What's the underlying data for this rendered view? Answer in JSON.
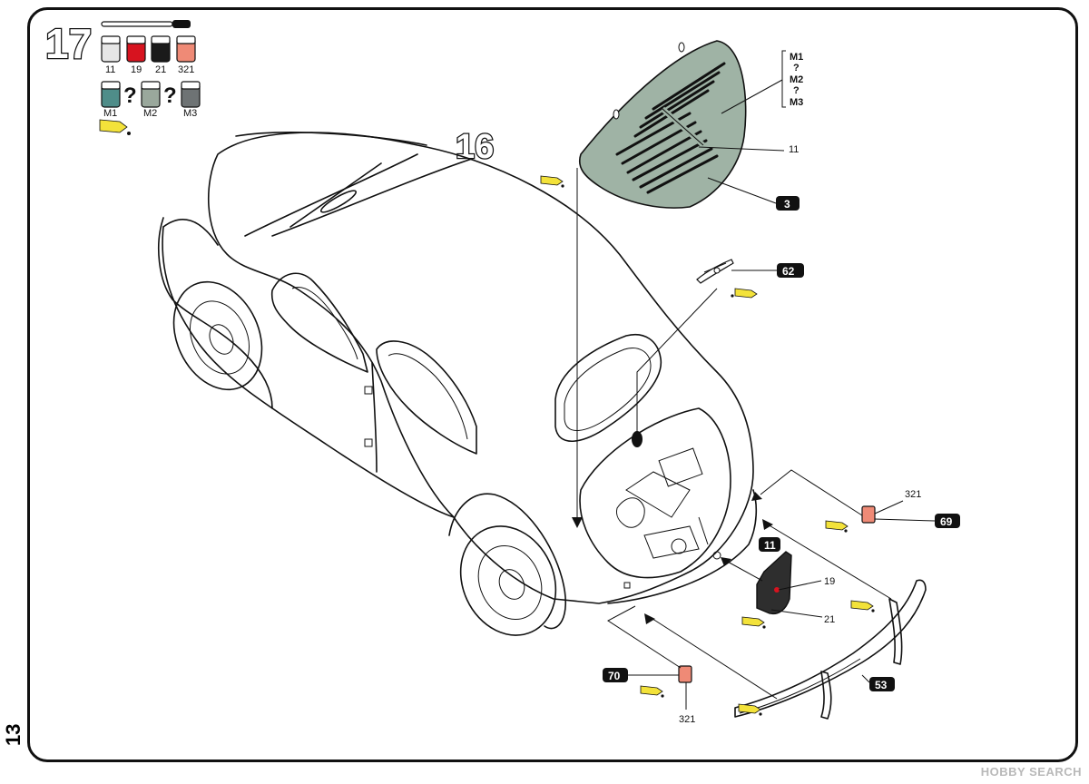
{
  "page_number": "13",
  "step": {
    "number": "17",
    "sub_reference": "16"
  },
  "paints": [
    {
      "code": "11",
      "color": "#e6e6e6"
    },
    {
      "code": "19",
      "color": "#d7131f"
    },
    {
      "code": "21",
      "color": "#1a1a1a"
    },
    {
      "code": "321",
      "color": "#ef8a76"
    }
  ],
  "mixes": [
    {
      "code": "M1",
      "color": "#4f8d89"
    },
    {
      "code": "M2",
      "color": "#9aa89c"
    },
    {
      "code": "M3",
      "color": "#6e7374"
    }
  ],
  "mix_separator": "?",
  "callouts": {
    "p3": "3",
    "p62": "62",
    "p69": "69",
    "p70": "70",
    "p11": "11",
    "p53": "53"
  },
  "labels": {
    "m1": "M1",
    "q1": "?",
    "m2": "M2",
    "q2": "?",
    "m3": "M3",
    "c11a": "11",
    "c321a": "321",
    "c19": "19",
    "c21": "21",
    "c321b": "321"
  },
  "watermark": "HOBBY SEARCH"
}
